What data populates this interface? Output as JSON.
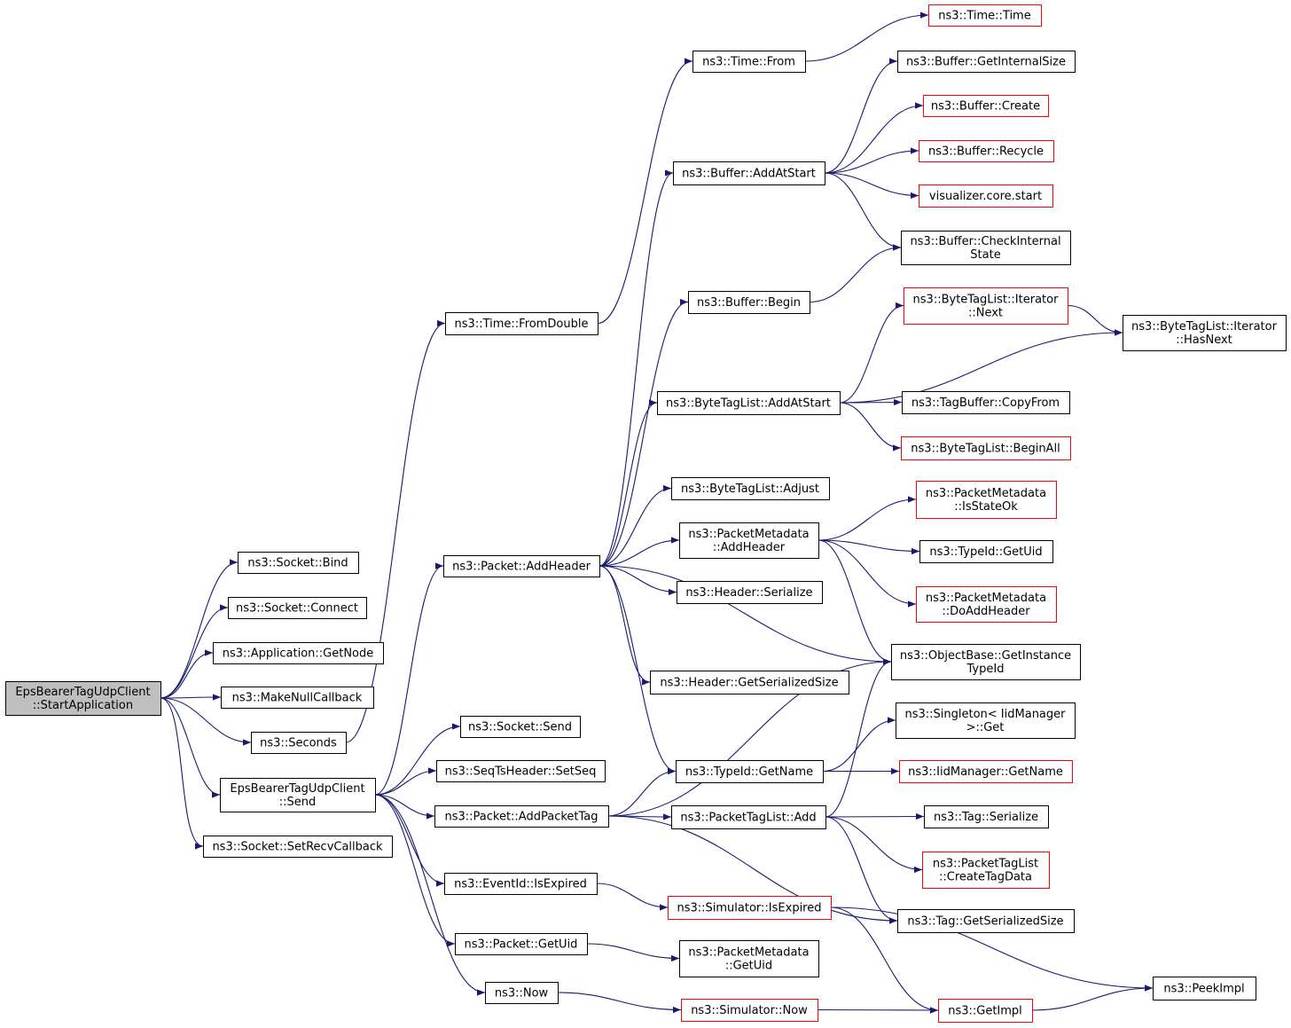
{
  "diagram": {
    "nodes": [
      {
        "id": "root",
        "lines": [
          "EpsBearerTagUdpClient",
          "::StartApplication"
        ],
        "style": "root"
      },
      {
        "id": "bind",
        "lines": [
          "ns3::Socket::Bind"
        ]
      },
      {
        "id": "connect",
        "lines": [
          "ns3::Socket::Connect"
        ]
      },
      {
        "id": "getnode",
        "lines": [
          "ns3::Application::GetNode"
        ]
      },
      {
        "id": "makenull",
        "lines": [
          "ns3::MakeNullCallback"
        ]
      },
      {
        "id": "seconds",
        "lines": [
          "ns3::Seconds"
        ]
      },
      {
        "id": "send",
        "lines": [
          "EpsBearerTagUdpClient",
          "::Send"
        ]
      },
      {
        "id": "setrecv",
        "lines": [
          "ns3::Socket::SetRecvCallback"
        ]
      },
      {
        "id": "fromdouble",
        "lines": [
          "ns3::Time::FromDouble"
        ]
      },
      {
        "id": "timefrom",
        "lines": [
          "ns3::Time::From"
        ]
      },
      {
        "id": "timetime",
        "lines": [
          "ns3::Time::Time"
        ],
        "style": "red"
      },
      {
        "id": "addheader",
        "lines": [
          "ns3::Packet::AddHeader"
        ]
      },
      {
        "id": "socksend",
        "lines": [
          "ns3::Socket::Send"
        ]
      },
      {
        "id": "setseq",
        "lines": [
          "ns3::SeqTsHeader::SetSeq"
        ]
      },
      {
        "id": "addpackettag",
        "lines": [
          "ns3::Packet::AddPacketTag"
        ]
      },
      {
        "id": "isexpired",
        "lines": [
          "ns3::EventId::IsExpired"
        ]
      },
      {
        "id": "getuid",
        "lines": [
          "ns3::Packet::GetUid"
        ]
      },
      {
        "id": "now",
        "lines": [
          "ns3::Now"
        ]
      },
      {
        "id": "bufaddstart",
        "lines": [
          "ns3::Buffer::AddAtStart"
        ]
      },
      {
        "id": "bufbegin",
        "lines": [
          "ns3::Buffer::Begin"
        ]
      },
      {
        "id": "btladdstart",
        "lines": [
          "ns3::ByteTagList::AddAtStart"
        ]
      },
      {
        "id": "btladjust",
        "lines": [
          "ns3::ByteTagList::Adjust"
        ]
      },
      {
        "id": "pmaddheader",
        "lines": [
          "ns3::PacketMetadata",
          "::AddHeader"
        ]
      },
      {
        "id": "hdrserialize",
        "lines": [
          "ns3::Header::Serialize"
        ]
      },
      {
        "id": "hdrgetsize",
        "lines": [
          "ns3::Header::GetSerializedSize"
        ]
      },
      {
        "id": "typeidgetname",
        "lines": [
          "ns3::TypeId::GetName"
        ]
      },
      {
        "id": "ptladd",
        "lines": [
          "ns3::PacketTagList::Add"
        ]
      },
      {
        "id": "simisexpired",
        "lines": [
          "ns3::Simulator::IsExpired"
        ],
        "style": "red"
      },
      {
        "id": "pmgetuid",
        "lines": [
          "ns3::PacketMetadata",
          "::GetUid"
        ]
      },
      {
        "id": "simnow",
        "lines": [
          "ns3::Simulator::Now"
        ],
        "style": "red"
      },
      {
        "id": "bufinternal",
        "lines": [
          "ns3::Buffer::GetInternalSize"
        ]
      },
      {
        "id": "bufcreate",
        "lines": [
          "ns3::Buffer::Create"
        ],
        "style": "red"
      },
      {
        "id": "bufrecycle",
        "lines": [
          "ns3::Buffer::Recycle"
        ],
        "style": "red"
      },
      {
        "id": "vizstart",
        "lines": [
          "visualizer.core.start"
        ],
        "style": "red"
      },
      {
        "id": "bufcheck",
        "lines": [
          "ns3::Buffer::CheckInternal",
          "State"
        ]
      },
      {
        "id": "btlitnext",
        "lines": [
          "ns3::ByteTagList::Iterator",
          "::Next"
        ],
        "style": "red"
      },
      {
        "id": "btlithasnext",
        "lines": [
          "ns3::ByteTagList::Iterator",
          "::HasNext"
        ]
      },
      {
        "id": "tagbufcopy",
        "lines": [
          "ns3::TagBuffer::CopyFrom"
        ]
      },
      {
        "id": "btlbeginall",
        "lines": [
          "ns3::ByteTagList::BeginAll"
        ],
        "style": "red"
      },
      {
        "id": "pmisstateok",
        "lines": [
          "ns3::PacketMetadata",
          "::IsStateOk"
        ],
        "style": "red"
      },
      {
        "id": "typeidgetuid",
        "lines": [
          "ns3::TypeId::GetUid"
        ]
      },
      {
        "id": "pmdoaddheader",
        "lines": [
          "ns3::PacketMetadata",
          "::DoAddHeader"
        ],
        "style": "red"
      },
      {
        "id": "objgettypeid",
        "lines": [
          "ns3::ObjectBase::GetInstance",
          "TypeId"
        ]
      },
      {
        "id": "singletonget",
        "lines": [
          "ns3::Singleton< IidManager",
          ">::Get"
        ]
      },
      {
        "id": "iidgetname",
        "lines": [
          "ns3::IidManager::GetName"
        ],
        "style": "red"
      },
      {
        "id": "tagserialize",
        "lines": [
          "ns3::Tag::Serialize"
        ]
      },
      {
        "id": "ptlcreatetag",
        "lines": [
          "ns3::PacketTagList",
          "::CreateTagData"
        ],
        "style": "red"
      },
      {
        "id": "taggetsize",
        "lines": [
          "ns3::Tag::GetSerializedSize"
        ]
      },
      {
        "id": "getimpl",
        "lines": [
          "ns3::GetImpl"
        ],
        "style": "red"
      },
      {
        "id": "peekimpl",
        "lines": [
          "ns3::PeekImpl"
        ]
      }
    ],
    "edges": [
      [
        "root",
        "bind"
      ],
      [
        "root",
        "connect"
      ],
      [
        "root",
        "getnode"
      ],
      [
        "root",
        "makenull"
      ],
      [
        "root",
        "seconds"
      ],
      [
        "root",
        "send"
      ],
      [
        "root",
        "setrecv"
      ],
      [
        "seconds",
        "fromdouble"
      ],
      [
        "fromdouble",
        "timefrom"
      ],
      [
        "timefrom",
        "timetime"
      ],
      [
        "send",
        "addheader"
      ],
      [
        "send",
        "socksend"
      ],
      [
        "send",
        "setseq"
      ],
      [
        "send",
        "addpackettag"
      ],
      [
        "send",
        "isexpired"
      ],
      [
        "send",
        "getuid"
      ],
      [
        "send",
        "now"
      ],
      [
        "addheader",
        "bufaddstart"
      ],
      [
        "addheader",
        "bufbegin"
      ],
      [
        "addheader",
        "btladdstart"
      ],
      [
        "addheader",
        "btladjust"
      ],
      [
        "addheader",
        "pmaddheader"
      ],
      [
        "addheader",
        "hdrserialize"
      ],
      [
        "addheader",
        "objgettypeid"
      ],
      [
        "addheader",
        "hdrgetsize"
      ],
      [
        "addheader",
        "typeidgetname"
      ],
      [
        "bufaddstart",
        "bufinternal"
      ],
      [
        "bufaddstart",
        "bufcreate"
      ],
      [
        "bufaddstart",
        "bufrecycle"
      ],
      [
        "bufaddstart",
        "vizstart"
      ],
      [
        "bufaddstart",
        "bufcheck"
      ],
      [
        "bufbegin",
        "bufcheck"
      ],
      [
        "btladdstart",
        "btlitnext"
      ],
      [
        "btladdstart",
        "btlithasnext"
      ],
      [
        "btladdstart",
        "tagbufcopy"
      ],
      [
        "btladdstart",
        "btlbeginall"
      ],
      [
        "btlitnext",
        "btlithasnext"
      ],
      [
        "pmaddheader",
        "pmisstateok"
      ],
      [
        "pmaddheader",
        "typeidgetuid"
      ],
      [
        "pmaddheader",
        "pmdoaddheader"
      ],
      [
        "pmaddheader",
        "objgettypeid"
      ],
      [
        "addpackettag",
        "objgettypeid"
      ],
      [
        "addpackettag",
        "typeidgetname"
      ],
      [
        "addpackettag",
        "ptladd"
      ],
      [
        "addpackettag",
        "taggetsize"
      ],
      [
        "typeidgetname",
        "singletonget"
      ],
      [
        "typeidgetname",
        "iidgetname"
      ],
      [
        "ptladd",
        "objgettypeid"
      ],
      [
        "ptladd",
        "tagserialize"
      ],
      [
        "ptladd",
        "ptlcreatetag"
      ],
      [
        "ptladd",
        "taggetsize"
      ],
      [
        "isexpired",
        "simisexpired"
      ],
      [
        "simisexpired",
        "getimpl"
      ],
      [
        "simisexpired",
        "peekimpl"
      ],
      [
        "getuid",
        "pmgetuid"
      ],
      [
        "now",
        "simnow"
      ],
      [
        "simnow",
        "getimpl"
      ],
      [
        "getimpl",
        "peekimpl"
      ]
    ]
  }
}
